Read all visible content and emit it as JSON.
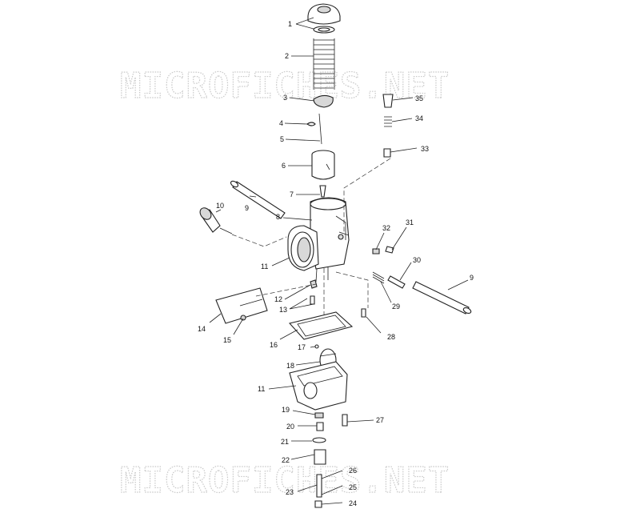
{
  "watermark": "MICROFICHES.NET",
  "callouts": {
    "c1": "1",
    "c2": "2",
    "c3": "3",
    "c4": "4",
    "c5": "5",
    "c6": "6",
    "c7": "7",
    "c8": "8",
    "c9a": "9",
    "c9b": "9",
    "c10": "10",
    "c11a": "11",
    "c11b": "11",
    "c12": "12",
    "c13": "13",
    "c14": "14",
    "c15": "15",
    "c16": "16",
    "c17": "17",
    "c18": "18",
    "c19": "19",
    "c20": "20",
    "c21": "21",
    "c22": "22",
    "c23": "23",
    "c24": "24",
    "c25": "25",
    "c26": "26",
    "c27": "27",
    "c28": "28",
    "c29": "29",
    "c30": "30",
    "c31": "31",
    "c32": "32",
    "c33": "33",
    "c34": "34",
    "c35": "35"
  }
}
